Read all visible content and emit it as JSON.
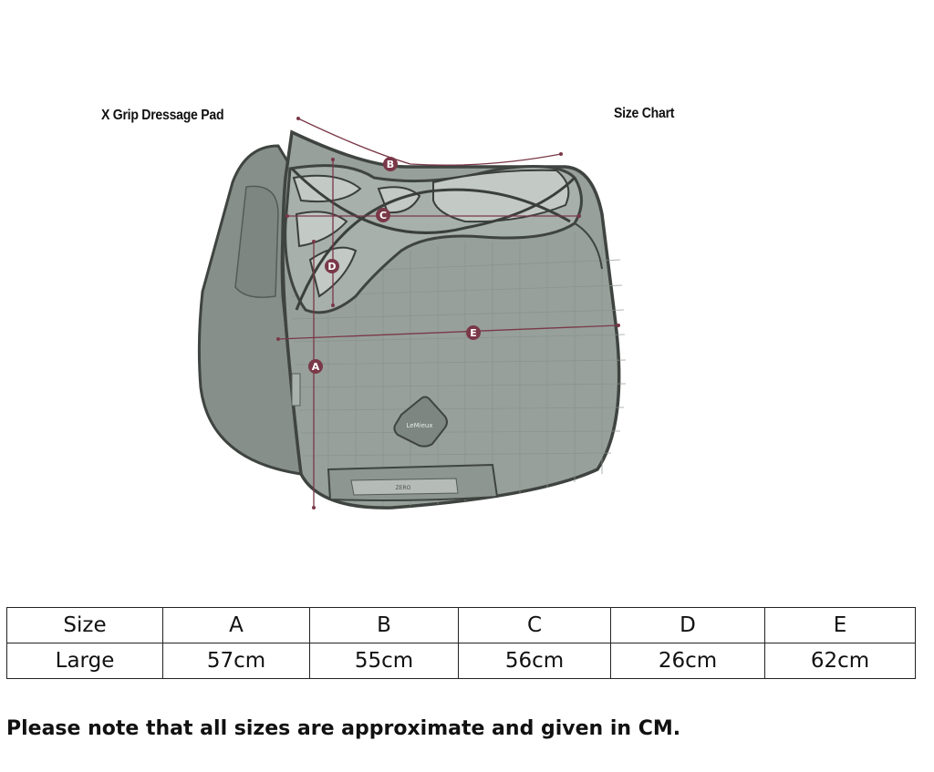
{
  "header": {
    "product_title": "X Grip Dressage Pad",
    "chart_title": "Size Chart"
  },
  "diagram": {
    "markers": [
      "A",
      "B",
      "C",
      "D",
      "E"
    ],
    "badge_text": "LeMieux",
    "tag_text": "ZERO",
    "colors": {
      "pad": "#97a09b",
      "pad_dark": "#6e7873",
      "trim": "#3f4441",
      "measure": "#7a3848"
    }
  },
  "table": {
    "headers": [
      "Size",
      "A",
      "B",
      "C",
      "D",
      "E"
    ],
    "rows": [
      [
        "Large",
        "57cm",
        "55cm",
        "56cm",
        "26cm",
        "62cm"
      ]
    ]
  },
  "footer": {
    "note": "Please note that all sizes are approximate and given in CM."
  }
}
